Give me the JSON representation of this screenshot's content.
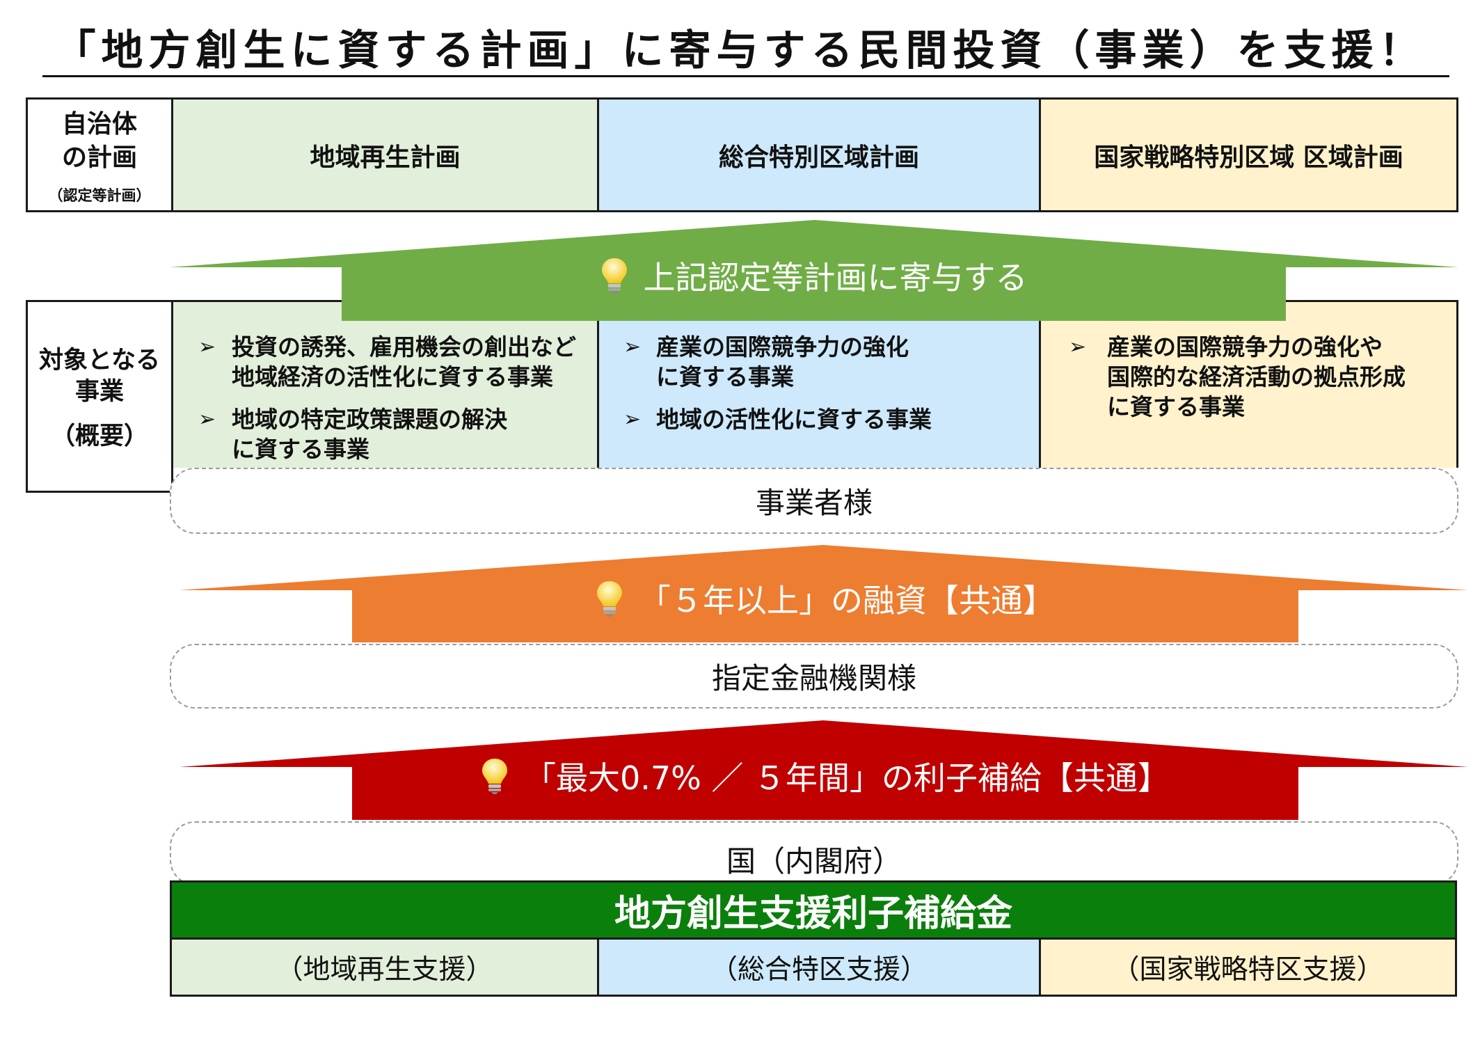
{
  "title": "「地方創生に資する計画」に寄与する民間投資（事業）を支援！",
  "colors": {
    "regional_revitalization": "#e2efda",
    "comprehensive_special_zone": "#cde9fb",
    "national_strategic_zone": "#fff2cc",
    "green_arrow": "#70ad47",
    "orange_arrow": "#ed7d31",
    "red_arrow": "#c00000",
    "subsidy_banner": "#0b7f0b",
    "lightbulb": "#f5c518"
  },
  "plans": {
    "row_header": {
      "line1": "自治体",
      "line2": "の計画",
      "note": "（認定等計画）"
    },
    "columns": [
      {
        "label": "地域再生計画"
      },
      {
        "label": "総合特別区域計画"
      },
      {
        "label": "国家戦略特別区域 区域計画"
      }
    ]
  },
  "contribution_arrow": {
    "icon": "lightbulb-icon",
    "label": "上記認定等計画に寄与する"
  },
  "target_projects": {
    "row_header": {
      "line1": "対象となる",
      "line2": "事業",
      "line3": "（概要）"
    },
    "bullet": "➢",
    "columns": [
      {
        "items": [
          {
            "lines": [
              "投資の誘発、雇用機会の創出など",
              "地域経済の活性化に資する事業"
            ]
          },
          {
            "lines": [
              "地域の特定政策課題の解決",
              "に資する事業"
            ]
          }
        ]
      },
      {
        "items": [
          {
            "lines": [
              "産業の国際競争力の強化",
              "に資する事業"
            ]
          },
          {
            "lines": [
              "地域の活性化に資する事業"
            ]
          }
        ]
      },
      {
        "items": [
          {
            "lines": [
              "産業の国際競争力の強化や",
              "国際的な経済活動の拠点形成",
              "に資する事業"
            ]
          }
        ]
      }
    ]
  },
  "businesses_label": "事業者様",
  "loan_arrow": {
    "icon": "lightbulb-icon",
    "label": "「５年以上」の融資【共通】"
  },
  "financial_institutions_label": "指定金融機関様",
  "interest_arrow": {
    "icon": "lightbulb-icon",
    "label": "「最大0.7% ／ ５年間」の利子補給【共通】"
  },
  "government_label": "国（内閣府）",
  "subsidy": {
    "title": "地方創生支援利子補給金",
    "columns": [
      {
        "label": "（地域再生支援）"
      },
      {
        "label": "（総合特区支援）"
      },
      {
        "label": "（国家戦略特区支援）"
      }
    ]
  }
}
